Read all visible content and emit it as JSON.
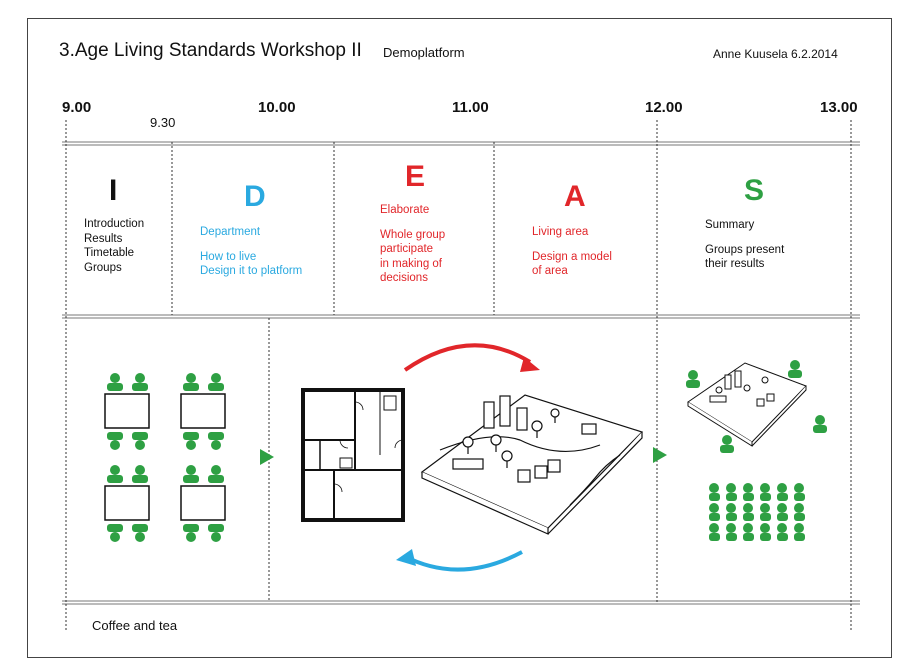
{
  "header": {
    "title": "3.Age Living Standards Workshop II",
    "subtitle": "Demoplatform",
    "author": "Anne Kuusela 6.2.2014"
  },
  "timeline": {
    "t1": "9.00",
    "t1b": "9.30",
    "t2": "10.00",
    "t3": "11.00",
    "t4": "12.00",
    "t5": "13.00"
  },
  "phases": [
    {
      "letter": "I",
      "color": "#111111",
      "lines": [
        "Introduction",
        "Results",
        "Timetable",
        "Groups"
      ]
    },
    {
      "letter": "D",
      "color": "#2aa9e0",
      "lines": [
        "Department",
        "",
        "How to live",
        "Design it to platform"
      ]
    },
    {
      "letter": "E",
      "color": "#e1262a",
      "lines": [
        "Elaborate",
        "",
        "Whole group",
        "participate",
        "in making of",
        "decisions"
      ]
    },
    {
      "letter": "A",
      "color": "#e1262a",
      "lines": [
        "Living area",
        "",
        "Design a model",
        "of area"
      ]
    },
    {
      "letter": "S",
      "color": "#2ea043",
      "lines": [
        "Summary",
        "",
        "Groups present",
        "their results"
      ]
    }
  ],
  "footer": {
    "note": "Coffee and tea"
  },
  "colors": {
    "people": "#2ea043",
    "arrow_top": "#e1262a",
    "arrow_bottom": "#2aa9e0"
  }
}
